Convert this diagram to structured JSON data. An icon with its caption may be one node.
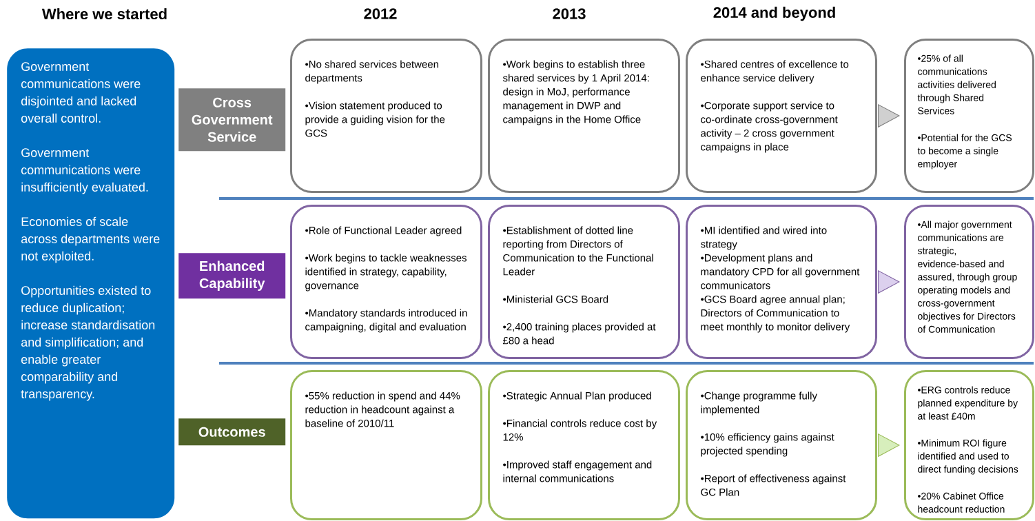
{
  "diagram": {
    "nodes": [
      {
        "text": [
          "Government communications were disjointed and lacked overall control.",
          "Government communications were insufficiently evaluated.",
          "Economies of scale across departments were not exploited.",
          "Opportunities existed to reduce duplication; increase standardisation and simplification; and enable greater comparability and transparency."
        ]
      },
      {
        "text": [
          "Cross Government Service"
        ]
      },
      {
        "text": [
          "•No shared services between departments",
          "•Vision statement produced to provide a guiding vision for the GCS"
        ]
      },
      {
        "text": [
          "•Work begins to establish three shared services by 1 April 2014: design in MoJ, performance management in DWP and campaigns in the Home Office"
        ]
      },
      {
        "text": [
          "•Shared centres of excellence to enhance service delivery",
          "•Corporate support service to co-ordinate cross-government activity – 2 cross government campaigns in place"
        ]
      },
      {
        "text": [
          "•25% of all communications activities delivered through Shared Services",
          "•Potential for the GCS to become a single employer"
        ]
      },
      {
        "text": [
          "Enhanced Capability"
        ]
      },
      {
        "text": [
          "•Role of Functional Leader agreed",
          "•Work begins to tackle weaknesses identified in strategy, capability, governance",
          "•Mandatory standards introduced in campaigning, digital and evaluation"
        ]
      },
      {
        "text": [
          "•Establishment  of dotted line reporting from Directors of Communication to the Functional Leader",
          "•Ministerial GCS Board",
          "•2,400 training places provided at £80 a head"
        ]
      },
      {
        "text": [
          "•MI identified and wired into strategy",
          "•Development plans and mandatory CPD for all government communicators",
          "•GCS Board agree annual plan; Directors of Communication to meet monthly to monitor delivery"
        ]
      },
      {
        "text": [
          "•All major government communications are strategic, evidence-based and assured, through group operating models and cross-government objectives for Directors of Communication"
        ]
      },
      {
        "text": [
          "Outcomes"
        ]
      },
      {
        "text": [
          "•55% reduction in spend and 44% reduction in headcount against a baseline of 2010/11"
        ]
      },
      {
        "text": [
          "•Strategic Annual Plan produced",
          "•Financial controls reduce cost by 12%",
          "•Improved staff engagement and internal communications"
        ]
      },
      {
        "text": [
          "•Change programme fully implemented",
          "•10% efficiency gains against projected spending",
          "•Report of effectiveness against GC Plan"
        ]
      },
      {
        "text": [
          "•ERG controls reduce planned expenditure by at least £40m",
          "•Minimum ROI figure identified and used to direct funding decisions",
          "•20% Cabinet Office headcount reduction"
        ]
      }
    ],
    "edges": [
      {
        "from": 4,
        "to": 5,
        "arrow": "to"
      },
      {
        "from": 9,
        "to": 10,
        "arrow": "to"
      },
      {
        "from": 14,
        "to": 15,
        "arrow": "to"
      }
    ],
    "labels": [
      "Where we started",
      "2012",
      "2013",
      "2014 and beyond"
    ]
  }
}
